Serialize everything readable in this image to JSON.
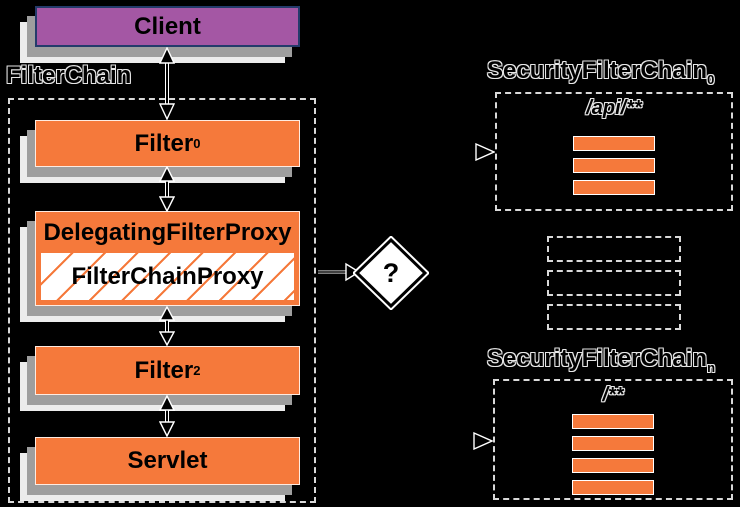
{
  "colors": {
    "bg": "#000000",
    "orange": "#f5793b",
    "purple": "#a457a4",
    "navy": "#243b6b",
    "sheet-light": "#ececec",
    "sheet-gray": "#9e9e9e",
    "dash": "#d9d9d9",
    "outline": "#e6e6e6"
  },
  "filter_chain": {
    "label": "FilterChain",
    "client": "Client",
    "filter0": {
      "text": "Filter",
      "sub": "0"
    },
    "delegating_proxy": "DelegatingFilterProxy",
    "filter_chain_proxy": "FilterChainProxy",
    "filter2": {
      "text": "Filter",
      "sub": "2"
    },
    "servlet": "Servlet"
  },
  "decision": {
    "label": "?"
  },
  "security_chains": {
    "chain0": {
      "title": "SecurityFilterChain",
      "sub": "0",
      "pattern": "/api/**",
      "filter_bars": 3
    },
    "ellipsis_boxes": 3,
    "chain_n": {
      "title": "SecurityFilterChain",
      "sub": "n",
      "pattern": "/**",
      "filter_bars": 4
    }
  }
}
